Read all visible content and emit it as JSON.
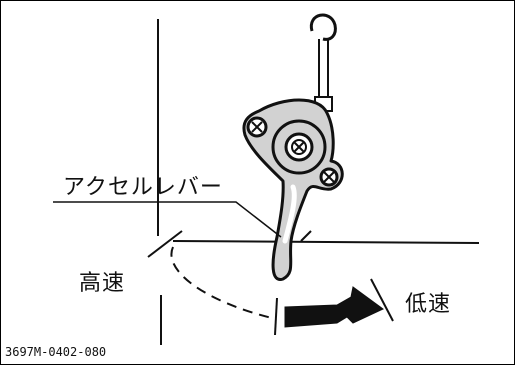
{
  "labels": {
    "accelerator_lever": "アクセルレバー",
    "high_speed": "高速",
    "low_speed": "低速"
  },
  "reference_code": "3697M-0402-080",
  "colors": {
    "line": "#111111",
    "lever_fill": "#d2d2d2",
    "background": "#ffffff"
  }
}
